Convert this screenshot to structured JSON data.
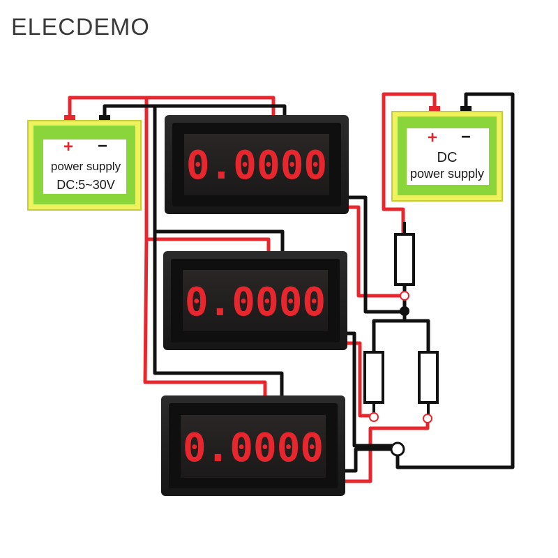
{
  "brand": "ELECDEMO",
  "supply_left": {
    "plus": "+",
    "minus": "−",
    "line1": "power supply",
    "line2": "DC:5~30V"
  },
  "supply_right": {
    "plus": "+",
    "minus": "−",
    "line1": "DC",
    "line2": "power supply"
  },
  "meters": [
    {
      "reading": "0.0000"
    },
    {
      "reading": "0.0000"
    },
    {
      "reading": "0.0000"
    }
  ],
  "colors": {
    "wire_positive": "#e8262e",
    "wire_negative": "#111111",
    "supply_outer": "#eef25c",
    "supply_inner": "#8ad63a",
    "display_digits": "#e8262e"
  }
}
